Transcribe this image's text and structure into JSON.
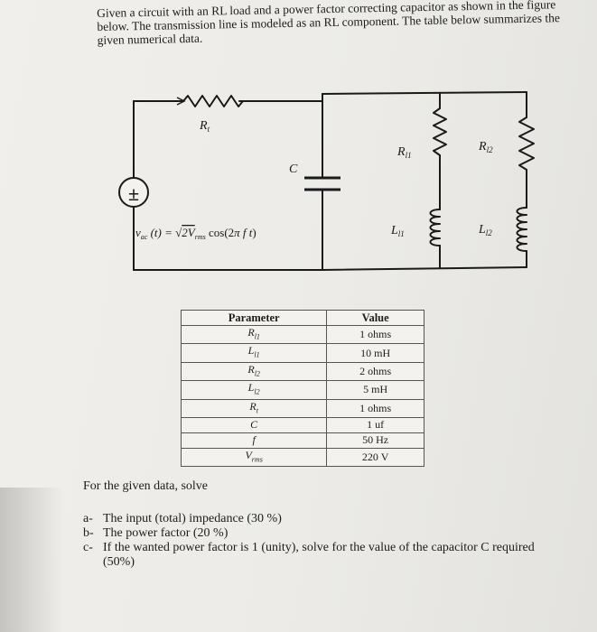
{
  "intro_text": "Given a circuit with an RL load and a power factor correcting capacitor as shown in the figure below. The transmission line is modeled as an RL component. The table below summarizes the given numerical data.",
  "circuit": {
    "source_label": "v_ac(t) = √2V_rms cos(2π f t)",
    "source_symbol": "±",
    "labels": {
      "rt": "R_t",
      "c": "C",
      "rl1": "R_l1",
      "ll1": "L_l1",
      "rl2": "R_l2",
      "ll2": "L_l2"
    }
  },
  "table": {
    "headers": [
      "Parameter",
      "Value"
    ],
    "rows": [
      {
        "param": "R_l1",
        "value": "1 ohms"
      },
      {
        "param": "L_l1",
        "value": "10 mH"
      },
      {
        "param": "R_l2",
        "value": "2 ohms"
      },
      {
        "param": "L_l2",
        "value": "5 mH"
      },
      {
        "param": "R_t",
        "value": "1 ohms"
      },
      {
        "param": "C",
        "value": "1 uf"
      },
      {
        "param": "f",
        "value": "50 Hz"
      },
      {
        "param": "V_rms",
        "value": "220 V"
      }
    ]
  },
  "for_given": "For the given data, solve",
  "questions": [
    {
      "marker": "a-",
      "text": "The input (total) impedance (30 %)"
    },
    {
      "marker": "b-",
      "text": "The power factor (20 %)"
    },
    {
      "marker": "c-",
      "text": "If the wanted power factor is 1 (unity), solve for the value of the capacitor C required (50%)"
    }
  ],
  "colors": {
    "ink": "#1c1c1c",
    "paper": "#eeece8"
  }
}
